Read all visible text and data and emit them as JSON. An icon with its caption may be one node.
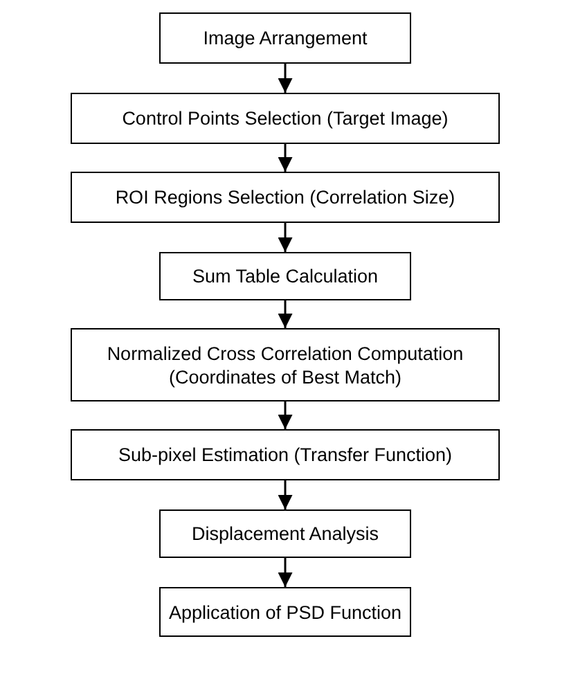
{
  "diagram": {
    "nodes": [
      {
        "text": [
          "Image Arrangement"
        ]
      },
      {
        "text": [
          "Control Points Selection (Target Image)"
        ]
      },
      {
        "text": [
          "ROI Regions Selection (Correlation Size)"
        ]
      },
      {
        "text": [
          "Sum Table Calculation"
        ]
      },
      {
        "text": [
          "Normalized Cross Correlation Computation (Coordinates of Best Match)"
        ]
      },
      {
        "text": [
          "Sub-pixel Estimation (Transfer Function)"
        ]
      },
      {
        "text": [
          "Displacement Analysis"
        ]
      },
      {
        "text": [
          "Application of PSD Function"
        ]
      }
    ],
    "edges": [
      {
        "from": 0,
        "to": 1,
        "arrow": "to"
      },
      {
        "from": 1,
        "to": 2,
        "arrow": "to"
      },
      {
        "from": 2,
        "to": 3,
        "arrow": "to"
      },
      {
        "from": 3,
        "to": 4,
        "arrow": "to"
      },
      {
        "from": 4,
        "to": 5,
        "arrow": "to"
      },
      {
        "from": 5,
        "to": 6,
        "arrow": "to"
      },
      {
        "from": 6,
        "to": 7,
        "arrow": "to"
      }
    ]
  }
}
